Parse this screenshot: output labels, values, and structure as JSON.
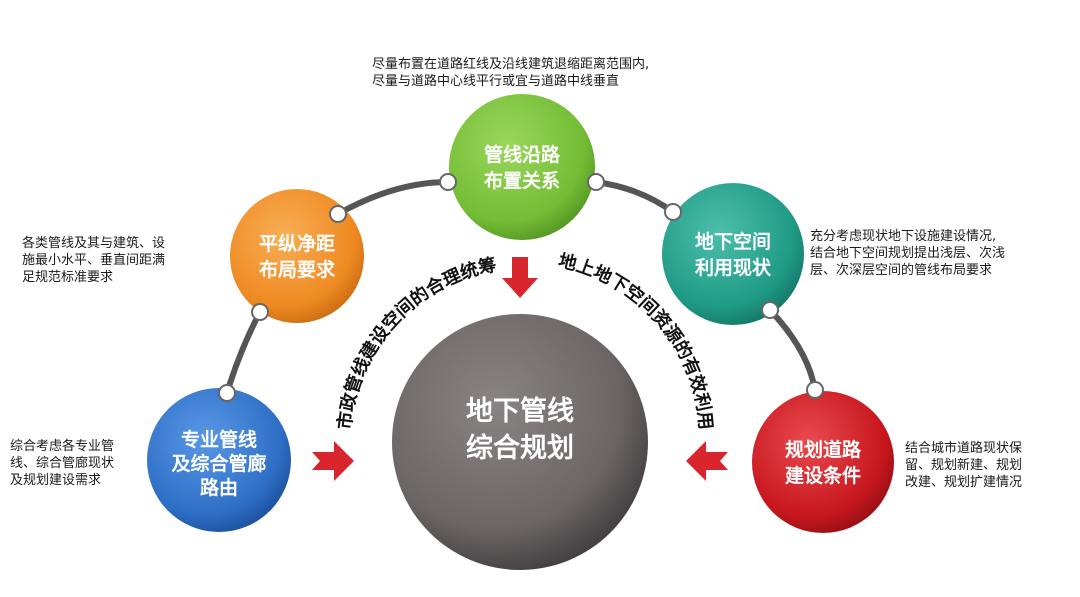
{
  "center": {
    "line1": "地下管线",
    "line2": "综合规划"
  },
  "nodes": [
    {
      "line1": "专业管线",
      "line2": "及综合管廊",
      "line3": "路由"
    },
    {
      "line1": "平纵净距",
      "line2": "布局要求"
    },
    {
      "line1": "管线沿路",
      "line2": "布置关系"
    },
    {
      "line1": "地下空间",
      "line2": "利用现状"
    },
    {
      "line1": "规划道路",
      "line2": "建设条件"
    }
  ],
  "descriptions": {
    "top": [
      "尽量布置在道路红线及沿线建筑退缩距离范围内,",
      "尽量与道路中心线平行或宜与道路中线垂直"
    ],
    "left1": [
      "各类管线及其与建筑、设",
      "施最小水平、垂直间距满",
      "足规范标准要求"
    ],
    "left2": [
      "综合考虑各专业管",
      "线、综合管廊现状",
      "及规划建设需求"
    ],
    "right1": [
      "充分考虑现状地下设施建设情况,",
      "结合地下空间规划提出浅层、次浅",
      "层、次深层空间的管线布局要求"
    ],
    "right2": [
      "结合城市道路现状保",
      "留、规划新建、规划",
      "改建、规划扩建情况"
    ]
  },
  "arc_labels": {
    "left": "市政管线建设空间的合理统筹",
    "right": "地上地下空间资源的有效利用"
  },
  "colors": {
    "center": "#6b6566",
    "node_blue": "#2e6fc6",
    "node_orange": "#ef8a22",
    "node_green": "#74bd35",
    "node_teal": "#1f9a86",
    "node_red": "#c8171e",
    "arrow": "#d9262e"
  }
}
